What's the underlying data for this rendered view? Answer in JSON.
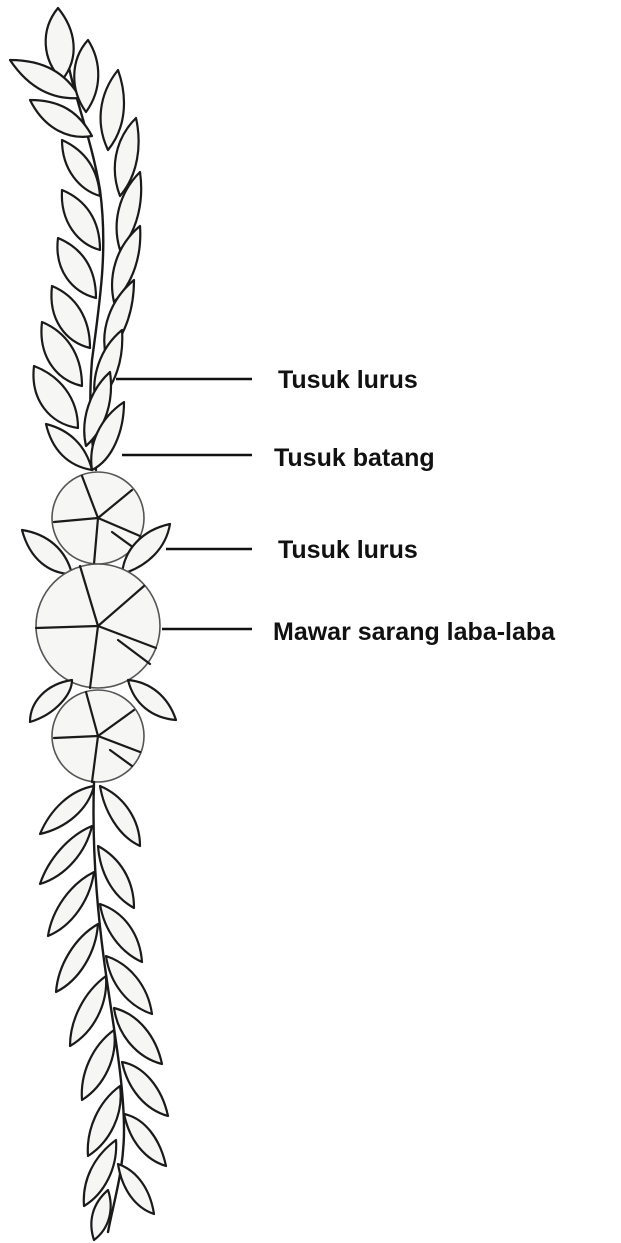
{
  "labels": [
    {
      "text": "Tusuk lurus"
    },
    {
      "text": "Tusuk batang"
    },
    {
      "text": "Tusuk lurus"
    },
    {
      "text": "Mawar sarang laba-laba"
    }
  ],
  "colors": {
    "leaf_fill": "#f6f6f4",
    "outline": "#1a1a1a",
    "label": "#111111"
  }
}
